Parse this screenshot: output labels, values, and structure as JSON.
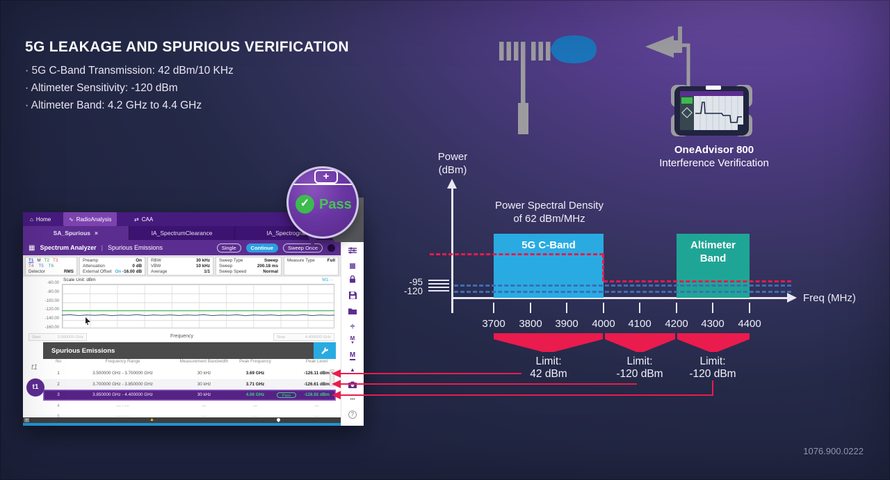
{
  "header": {
    "title": "5G LEAKAGE AND SPURIOUS VERIFICATION",
    "bullets": [
      "· 5G C-Band Transmission: 42 dBm/10 KHz",
      "· Altimeter Sensitivity: -120 dBm",
      "· Altimeter Band: 4.2 GHz to 4.4 GHz"
    ]
  },
  "footer": {
    "code": "1076.900.0222"
  },
  "device": {
    "caption_line1": "OneAdvisor 800",
    "caption_line2": "Interference Verification"
  },
  "bubble": {
    "pass_label": "Pass"
  },
  "glyphs": {
    "plus": "+",
    "check": "✓",
    "chevron": "<",
    "close": "×",
    "grid": "▦",
    "home": "⌂",
    "wave": "∿",
    "swap": "⇄",
    "menu": "≡",
    "preset": "≣",
    "limit": "÷",
    "marker": "M",
    "marker_down": "M",
    "down_tri": "▾",
    "peak": "▲",
    "more": "•••",
    "help": "?",
    "warn": "▲",
    "t_badge": "T",
    "scroll_up": "▴",
    "pipe": "|"
  },
  "chart_data": {
    "type": "area",
    "title": "",
    "xlabel": "Freq (MHz)",
    "ylabel_line1": "Power",
    "ylabel_line2": "(dBm)",
    "x_ticks": [
      "3700",
      "3800",
      "3900",
      "4000",
      "4100",
      "4200",
      "4300",
      "4400"
    ],
    "y_tick_labels": [
      "-95",
      "-120"
    ],
    "annotation_line1": "Power Spectral Density",
    "annotation_line2": "of 62 dBm/MHz",
    "psd_dbm_mhz": 62,
    "bands": [
      {
        "label": "5G C-Band",
        "from_mhz": 3700,
        "to_mhz": 4000,
        "color": "#29abe2"
      },
      {
        "label_line1": "Altimeter",
        "label_line2": "Band",
        "from_mhz": 4200,
        "to_mhz": 4400,
        "color": "#1fa596"
      }
    ],
    "red_limit_line": {
      "color": "#ea1b4d",
      "style": "dashed",
      "high_range_mhz": [
        3525,
        4000
      ],
      "step_down_at_mhz": 4000,
      "low_range_mhz": [
        4000,
        4520
      ]
    },
    "blue_dashed_levels_dbm": [
      -95,
      -120
    ],
    "limits": [
      {
        "label1": "Limit:",
        "label2": "42 dBm",
        "from_mhz": 3700,
        "to_mhz": 4000
      },
      {
        "label1": "Limit:",
        "label2": "-120  dBm",
        "from_mhz": 4000,
        "to_mhz": 4200
      },
      {
        "label1": "Limit:",
        "label2": "-120 dBm",
        "from_mhz": 4200,
        "to_mhz": 4400
      }
    ]
  },
  "analyzer": {
    "top_bar": {
      "tabs": [
        {
          "label": "Home"
        },
        {
          "label": "RadioAnalysis"
        },
        {
          "label": "CAA"
        }
      ]
    },
    "doc_tabs": [
      {
        "label": "SA_Spurious"
      },
      {
        "label": "IA_SpectrumClearance"
      },
      {
        "label": "IA_Spectrogram"
      }
    ],
    "menu_bar": {
      "app": "Spectrum Analyzer",
      "mode": "Spurious Emissions",
      "buttons": [
        {
          "label": "Single"
        },
        {
          "label": "Continue"
        },
        {
          "label": "Sweep Once"
        }
      ]
    },
    "settings": {
      "t1": "T1",
      "m": "M",
      "t2": "T2",
      "t3": "T3",
      "t4": "T4",
      "t5": "T5",
      "t6": "T6",
      "detector_label": "Detector",
      "detector_value": "RMS",
      "preamp_label": "Preamp",
      "preamp_value": "On",
      "attenuation_label": "Attenuation",
      "attenuation_value": "0 dB",
      "ext_offset_label": "External Offset",
      "ext_offset_state": "On",
      "ext_offset_value": "-16.00 dB",
      "rbw_label": "RBW",
      "rbw_value": "30 kHz",
      "vbw_label": "VBW",
      "vbw_value": "10 kHz",
      "average_label": "Average",
      "average_value": "1/1",
      "sweep_type_label": "Sweep Type",
      "sweep_type_value": "Sweep",
      "sweep_label": "Sweep",
      "sweep_value": "200.18 ms",
      "sweep_speed_label": "Sweep Speed",
      "sweep_speed_value": "Normal",
      "measure_type_label": "Measure Type",
      "measure_type_value": "Full"
    },
    "graph": {
      "scale_unit": "Scale Unit: dBm",
      "marker": "M1: -",
      "y_labels": [
        "-60.00",
        "-80.00",
        "-100.00",
        "-120.00",
        "-140.00",
        "-160.00"
      ],
      "x_axis_label": "Frequency",
      "start_label": "Start",
      "start_value": "3.500000 GHz",
      "stop_label": "Stop",
      "stop_value": "4.400000 GHz"
    },
    "results": {
      "title": "Spurious Emissions",
      "columns": [
        "No",
        "Frequency Range",
        "Measurement Bandwidth",
        "Peak Frequency",
        "Peak Level"
      ],
      "trace_badge": "t1",
      "rows": [
        {
          "no": "1",
          "range": "3.500000 GHz - 3.700000 GHz",
          "bandwidth": "30 kHz",
          "peak_frequency": "3.69 GHz",
          "status": "",
          "peak_level": "-126.11 dBm"
        },
        {
          "no": "2",
          "range": "3.700000 GHz - 3.850000 GHz",
          "bandwidth": "30 kHz",
          "peak_frequency": "3.71 GHz",
          "status": "",
          "peak_level": "-126.61 dBm"
        },
        {
          "no": "3",
          "range": "3.850000 GHz - 4.400000 GHz",
          "bandwidth": "30 kHz",
          "peak_frequency": "4.06 GHz",
          "status": "Pass",
          "peak_level": "-128.92 dBm"
        },
        {
          "no": "4",
          "range": "--- - ---",
          "bandwidth": "---",
          "peak_frequency": "---",
          "status": "",
          "peak_level": "---"
        },
        {
          "no": "5",
          "range": "--- - ---",
          "bandwidth": "---",
          "peak_frequency": "---",
          "status": "",
          "peak_level": "---"
        }
      ]
    }
  }
}
